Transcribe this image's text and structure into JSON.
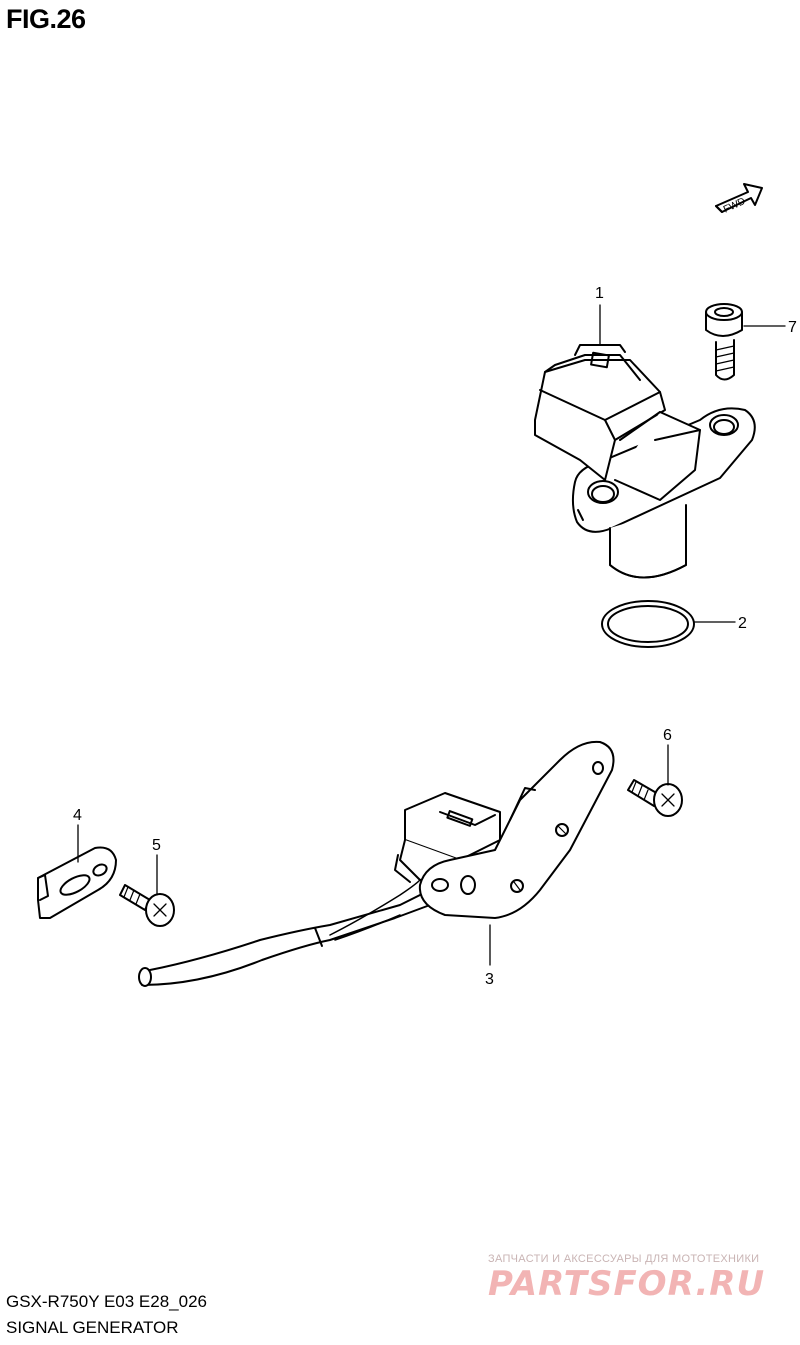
{
  "figure_title": "FIG.26",
  "direction_badge": "FWD",
  "callouts": [
    {
      "label": "1",
      "part": "signal-generator-sensor"
    },
    {
      "label": "2",
      "part": "o-ring"
    },
    {
      "label": "3",
      "part": "signal-generator-pickup"
    },
    {
      "label": "4",
      "part": "clamp"
    },
    {
      "label": "5",
      "part": "screw"
    },
    {
      "label": "6",
      "part": "screw"
    },
    {
      "label": "7",
      "part": "bolt"
    }
  ],
  "footer": {
    "model_code": "GSX-R750Y E03 E28_026",
    "subtitle": "SIGNAL GENERATOR"
  },
  "watermark": {
    "tagline": "ЗАПЧАСТИ И АКСЕССУАРЫ ДЛЯ МОТОТЕХНИКИ",
    "logo": "PARTSFOR.RU"
  }
}
